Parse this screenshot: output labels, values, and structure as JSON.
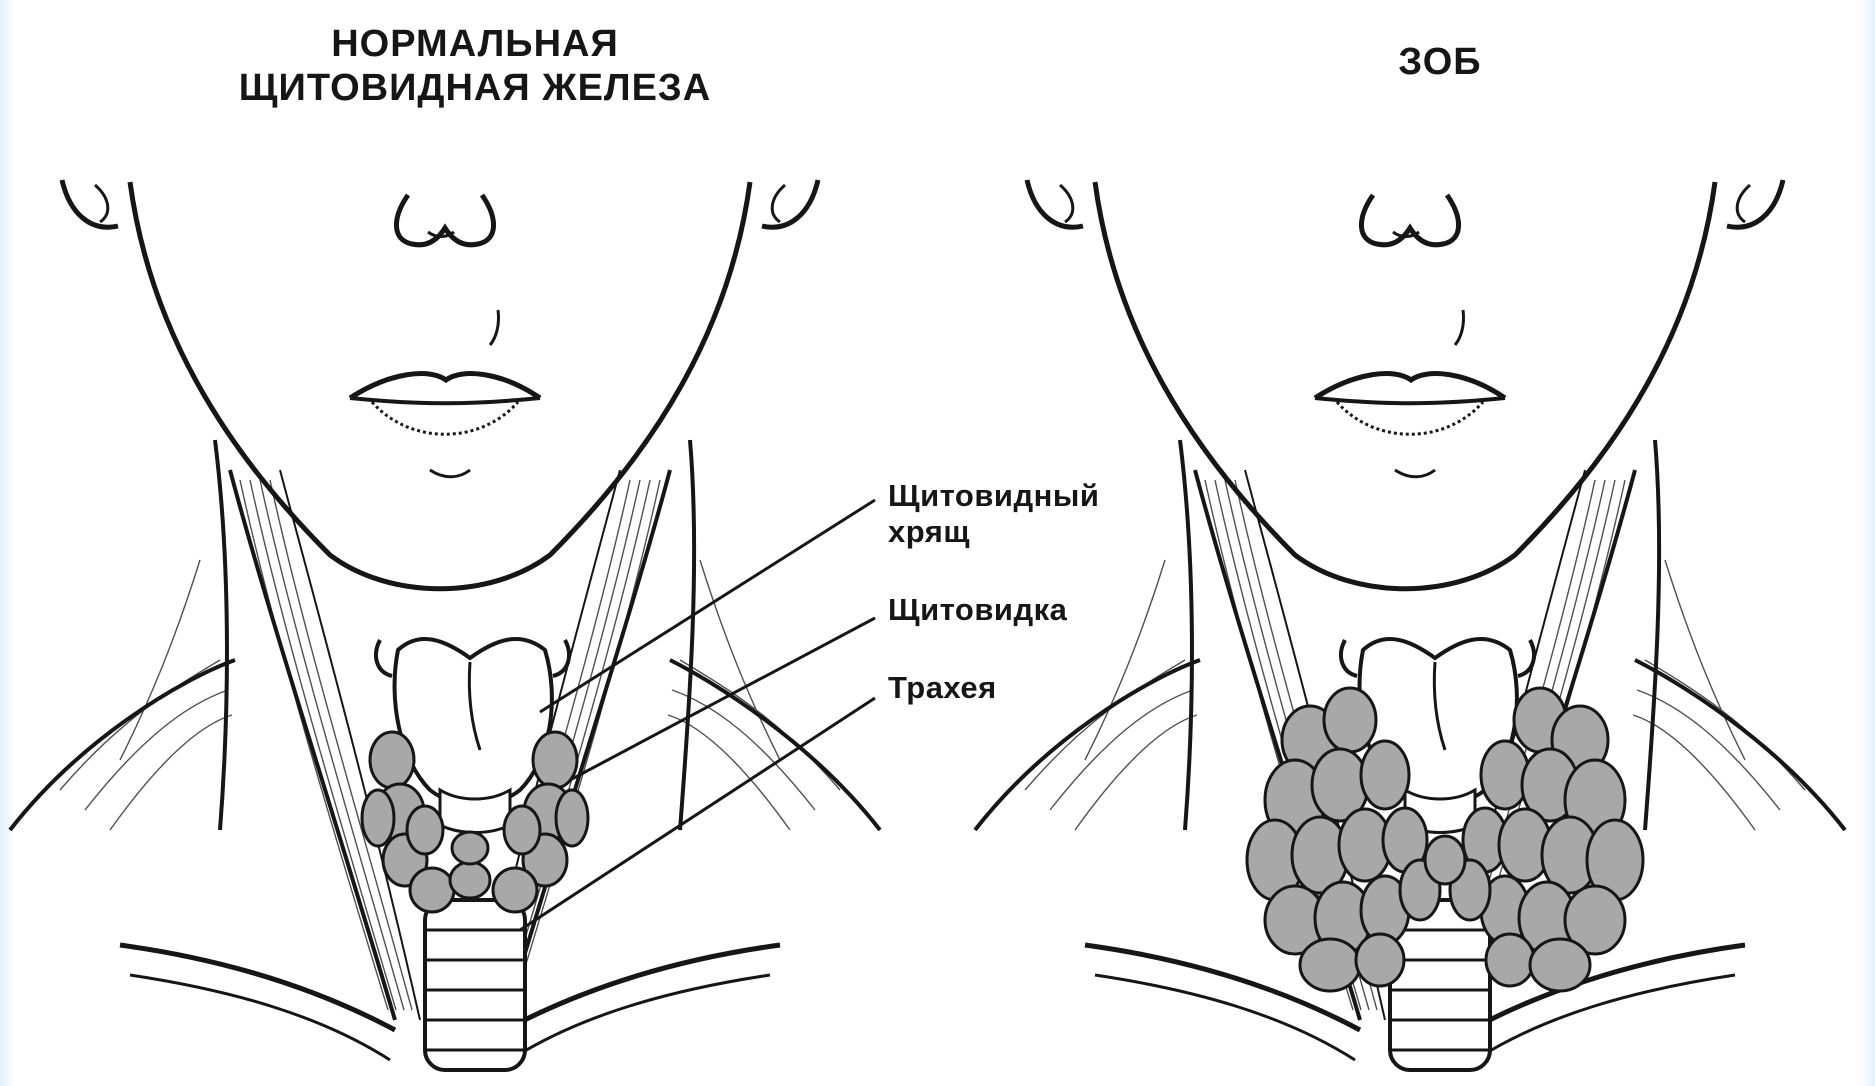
{
  "titles": {
    "normal_line1": "НОРМАЛЬНАЯ",
    "normal_line2": "ЩИТОВИДНАЯ ЖЕЛЕЗА",
    "goiter": "ЗОБ"
  },
  "labels": {
    "thyroid_cartilage_line1": "Щитовидный",
    "thyroid_cartilage_line2": "хрящ",
    "thyroid_gland": "Щитовидка",
    "trachea": "Трахея"
  },
  "colors": {
    "ink": "#161616",
    "gland_fill": "#a8a8a8",
    "background": "#ffffff",
    "frame_accent": "#e3f1fb"
  }
}
